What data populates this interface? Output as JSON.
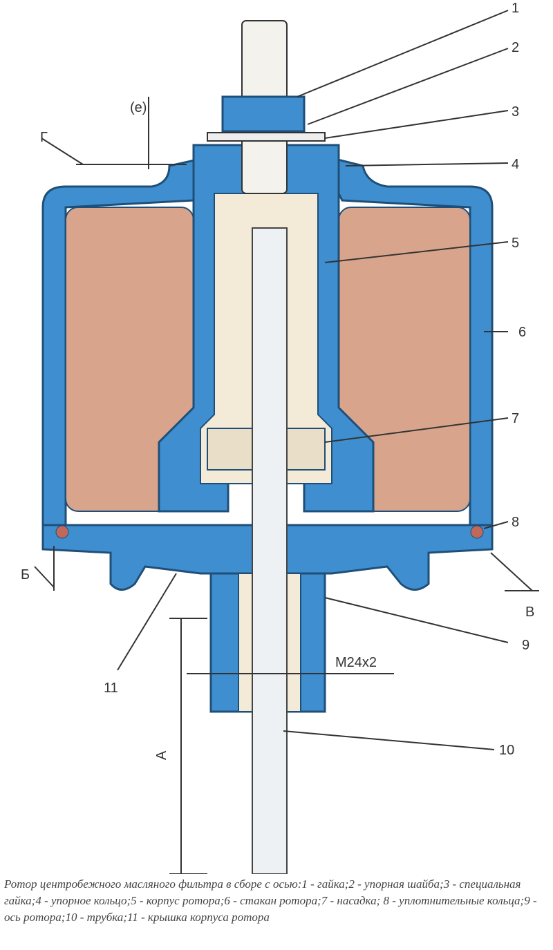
{
  "diagram": {
    "callouts": [
      "1",
      "2",
      "3",
      "4",
      "5",
      "6",
      "7",
      "8",
      "9",
      "10",
      "11"
    ],
    "letters": {
      "g": "Г",
      "e": "(е)",
      "b": "Б",
      "v": "В",
      "a": "А"
    },
    "thread": "M24x2",
    "colors": {
      "housing": "#3f8fd0",
      "filter": "#d9a48c",
      "outline": "#1f4f78",
      "light": "#f3ead8"
    }
  },
  "caption": "Ротор центробежного масляного фильтра в сборе с осью:1 - гайка;2 - упорная шайба;3 - специальная гайка;4 - упорное кольцо;5 - корпус ротора;6 - стакан ротора;7 - насадка; 8 - уплотнительные кольца;9 - ось ротора;10 - трубка;11 - крышка корпуса ротора"
}
